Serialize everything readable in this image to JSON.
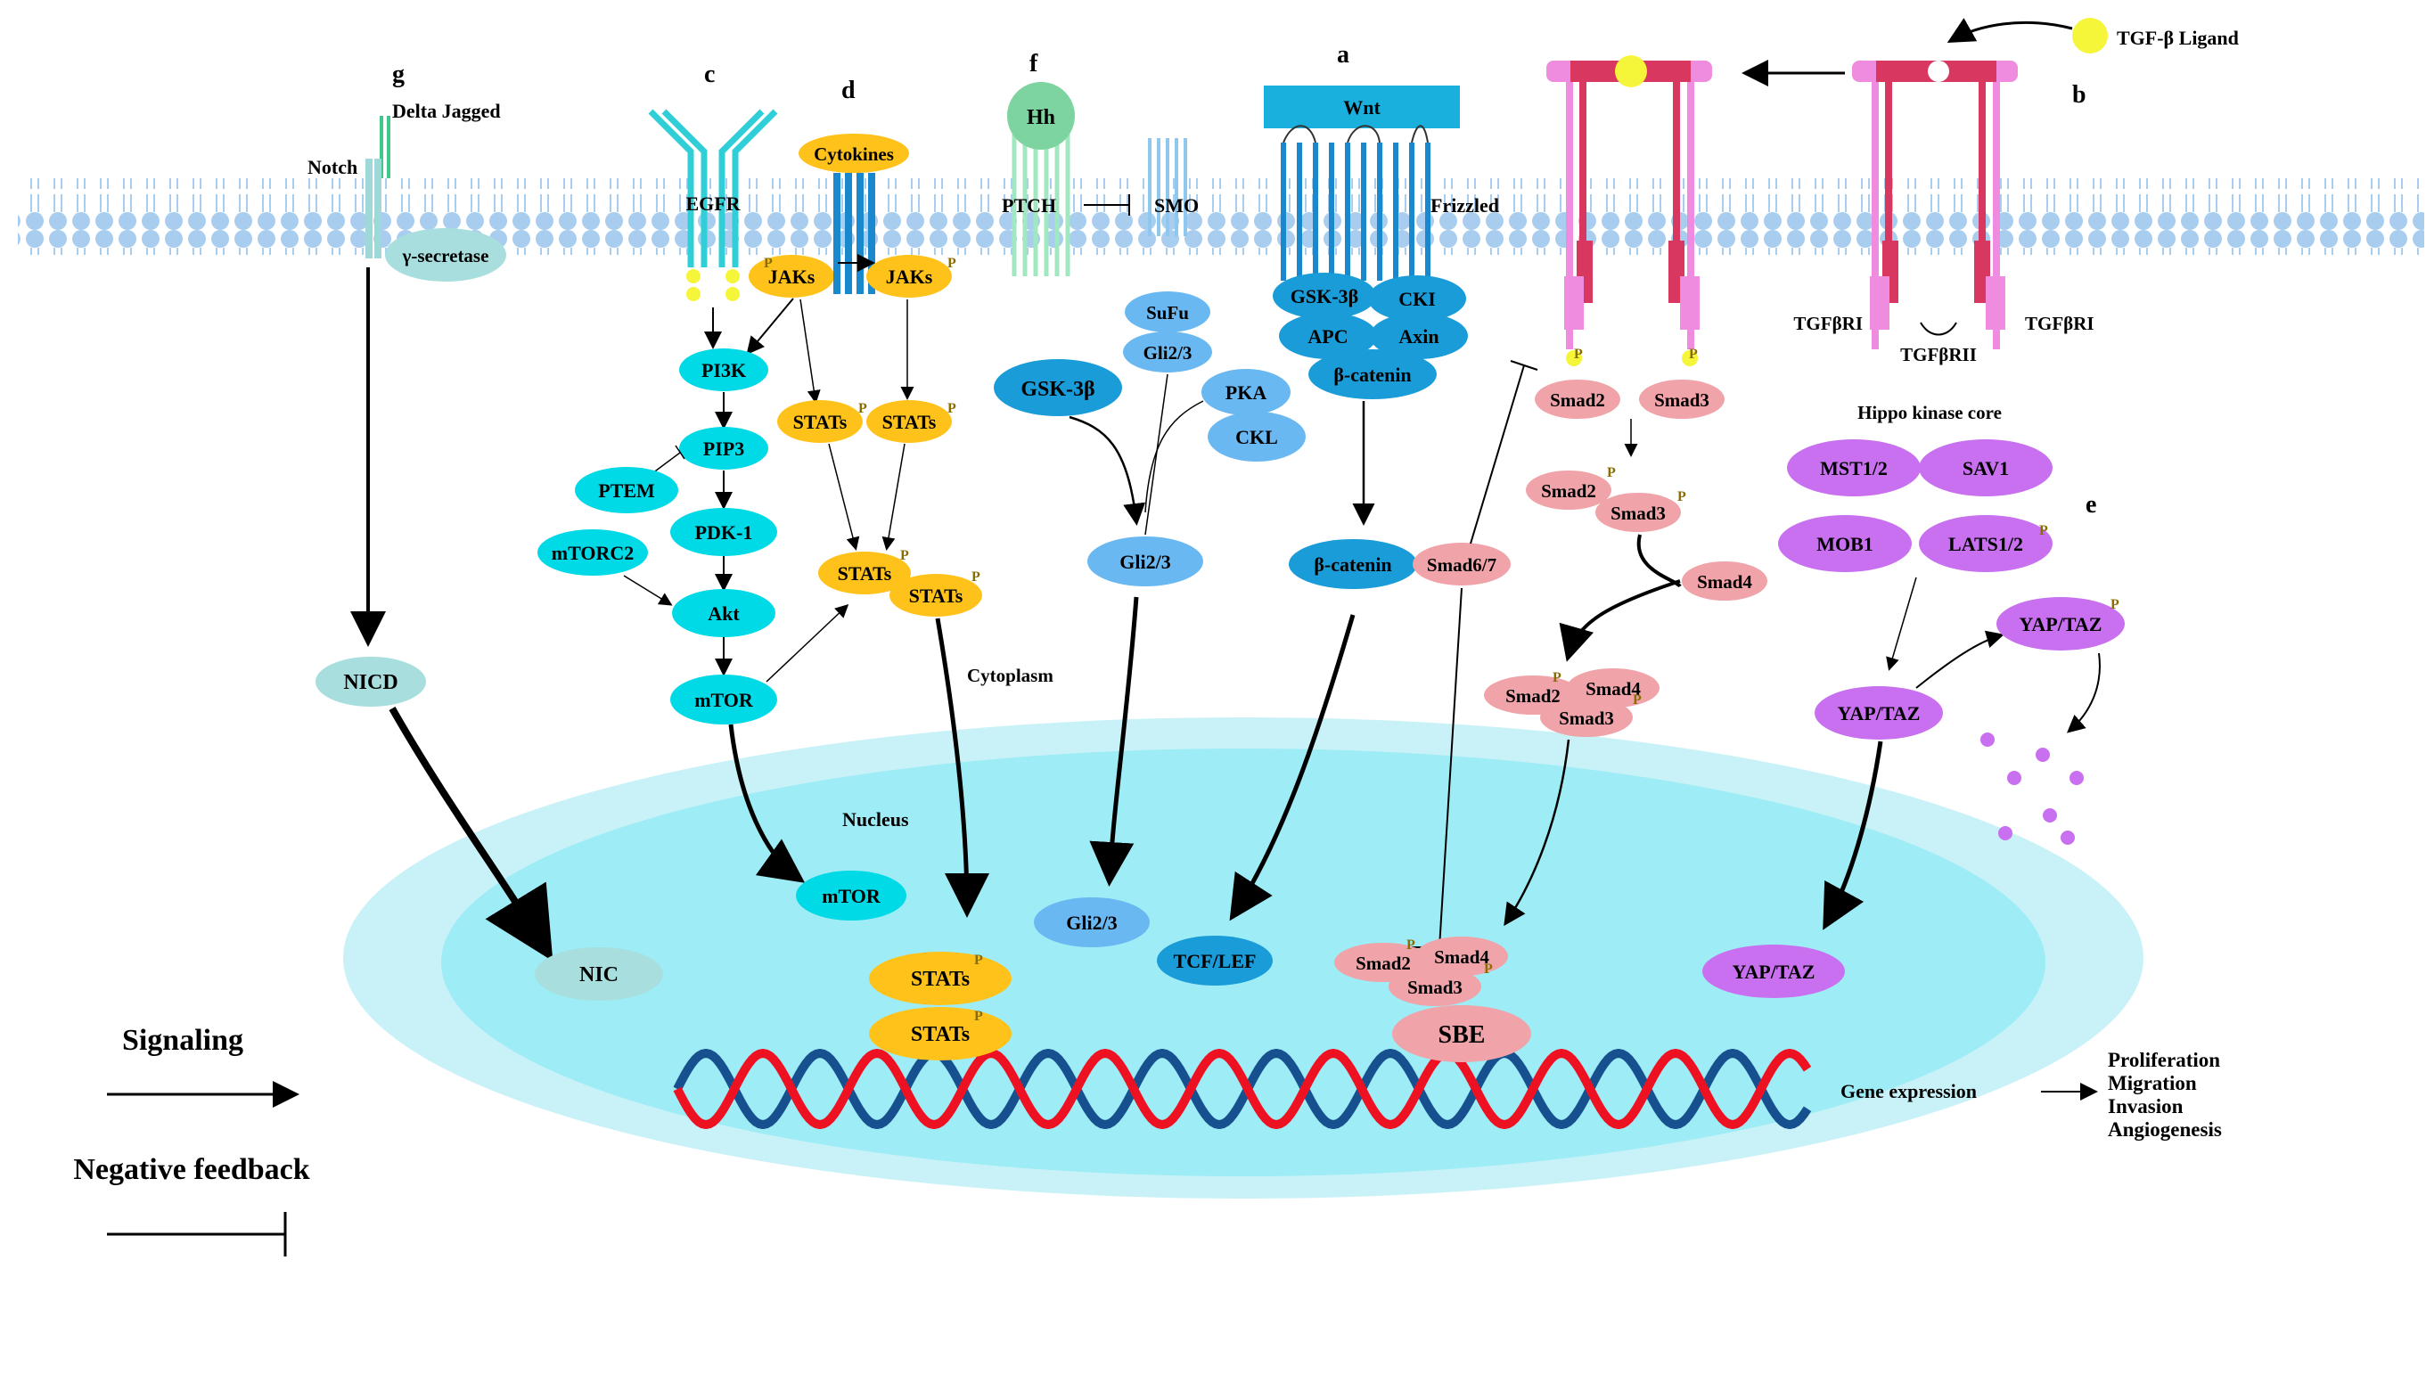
{
  "panel_letters": {
    "a": "a",
    "b": "b",
    "c": "c",
    "d": "d",
    "e": "e",
    "f": "f",
    "g": "g"
  },
  "notch": {
    "ligand": "Delta Jagged",
    "receptor": "Notch",
    "secretase": "γ-secretase",
    "nicd": "NICD",
    "nic": "NIC"
  },
  "egfr": {
    "receptor": "EGFR",
    "jaks": "JAKs",
    "pi3k": "PI3K",
    "pip3": "PIP3",
    "ptem": "PTEM",
    "pdk1": "PDK-1",
    "mtorc2": "mTORC2",
    "akt": "Akt",
    "mtor": "mTOR",
    "mtor_nuc": "mTOR"
  },
  "jak": {
    "cytokines": "Cytokines",
    "jaks": "JAKs",
    "stats": "STATs",
    "stats_dimer_a": "STATs",
    "stats_dimer_b": "STATs",
    "stats_nuc_a": "STATs",
    "stats_nuc_b": "STATs"
  },
  "hedgehog": {
    "hh": "Hh",
    "ptch": "PTCH",
    "smo": "SMO",
    "sufu": "SuFu",
    "gli_c": "Gli2/3",
    "gsk": "GSK-3β",
    "pka": "PKA",
    "ckl": "CKL",
    "gli_active": "Gli2/3",
    "gli_nuc": "Gli2/3"
  },
  "wnt": {
    "wnt": "Wnt",
    "frizzled": "Frizzled",
    "gsk": "GSK-3β",
    "cki": "CKI",
    "apc": "APC",
    "axin": "Axin",
    "bcat": "β-catenin",
    "bcat_free": "β-catenin",
    "tcf": "TCF/LEF"
  },
  "tgf": {
    "ligand": "TGF-β Ligand",
    "tbri_left": "TGFβRI",
    "tbri_right": "TGFβRI",
    "tbrii": "TGFβRII",
    "smad2": "Smad2",
    "smad3": "Smad3",
    "smad2p": "Smad2",
    "smad3p": "Smad3",
    "smad4": "Smad4",
    "smad67": "Smad6/7",
    "cx_smad2": "Smad2",
    "cx_smad4": "Smad4",
    "cx_smad3": "Smad3",
    "nuc_smad2": "Smad2",
    "nuc_smad4": "Smad4",
    "nuc_smad3": "Smad3",
    "sbe": "SBE"
  },
  "hippo": {
    "core": "Hippo kinase core",
    "mst": "MST1/2",
    "sav": "SAV1",
    "mob": "MOB1",
    "lats": "LATS1/2",
    "yap_p": "YAP/TAZ",
    "yap": "YAP/TAZ",
    "yap_nuc": "YAP/TAZ"
  },
  "compartments": {
    "cytoplasm": "Cytoplasm",
    "nucleus": "Nucleus"
  },
  "legend": {
    "signaling": "Signaling",
    "negative": "Negative feedback"
  },
  "outputs": {
    "gene_expression": "Gene expression",
    "o1": "Proliferation",
    "o2": "Migration",
    "o3": "Invasion",
    "o4": "Angiogenesis"
  },
  "phospho_label": "P",
  "colors": {
    "cyan": "#00d9e6",
    "orange": "#ffc21a",
    "light_blue": "#69b8f2",
    "blue": "#1a9cd9",
    "pink": "#f0a3a8",
    "purple": "#c870ef",
    "teal_light": "#a8dede",
    "membrane": "#a9cdee",
    "cell_outer": "#c8f2f8",
    "cell_inner": "#9eecf5",
    "dna_red": "#ee1122",
    "dna_blue": "#17508f",
    "receptor_pink": "#f08ce0",
    "receptor_red": "#d83860",
    "phospho": "#f5f53a"
  }
}
